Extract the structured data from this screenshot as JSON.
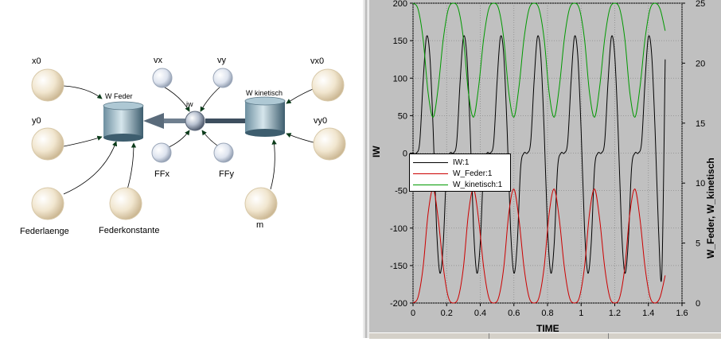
{
  "diagram": {
    "nodes": {
      "x0": "x0",
      "y0": "y0",
      "federlaenge": "Federlaenge",
      "federkonstante": "Federkonstante",
      "w_feder": "W Feder",
      "iw": "iw",
      "vx": "vx",
      "vy": "vy",
      "ffx": "FFx",
      "ffy": "FFy",
      "w_kinetisch": "W kinetisch",
      "vx0": "vx0",
      "vy0": "vy0",
      "m": "m"
    }
  },
  "chart_data": {
    "type": "line",
    "xlabel": "TIME",
    "ylabel_left": "IW",
    "ylabel_right": "W_Feder, W_kinetisch",
    "xlim": [
      0,
      1.6
    ],
    "ylim_left": [
      -200,
      200
    ],
    "ylim_right": [
      0,
      25
    ],
    "x_ticks": [
      "0",
      "0.2",
      "0.4",
      "0.6",
      "0.8",
      "1",
      "1.2",
      "1.4",
      "1.6"
    ],
    "y_ticks_left": [
      "200",
      "150",
      "100",
      "50",
      "0",
      "-50",
      "-100",
      "-150",
      "-200"
    ],
    "y_ticks_right": [
      "25",
      "20",
      "15",
      "10",
      "5",
      "0"
    ],
    "grid": true,
    "legend_position": "center-left",
    "series": [
      {
        "name": "IW:1",
        "color": "#000000",
        "axis": "left",
        "x": [
          0,
          0.02,
          0.04,
          0.06,
          0.08,
          0.1,
          0.12,
          0.14,
          0.16,
          0.18,
          0.2,
          0.22,
          0.24,
          0.26,
          0.28,
          0.3,
          0.32,
          0.34,
          0.36,
          0.38,
          0.4,
          0.42,
          0.44,
          0.46,
          0.48,
          0.5,
          0.52,
          0.54,
          0.56,
          0.58,
          0.6,
          0.62,
          0.64,
          0.66,
          0.68,
          0.7,
          0.72,
          0.74,
          0.76,
          0.78,
          0.8,
          0.82,
          0.84,
          0.86,
          0.88,
          0.9,
          0.92,
          0.94,
          0.96,
          0.98,
          1,
          1.02,
          1.04,
          1.06,
          1.08,
          1.1,
          1.12,
          1.14,
          1.16,
          1.18,
          1.2,
          1.22,
          1.24,
          1.26,
          1.28,
          1.3,
          1.32,
          1.34,
          1.36,
          1.38,
          1.4,
          1.42,
          1.44,
          1.46,
          1.48,
          1.5
        ],
        "y": [
          0,
          0,
          15,
          95,
          155,
          130,
          30,
          -100,
          -160,
          -120,
          -20,
          0,
          0,
          15,
          95,
          155,
          130,
          30,
          -100,
          -160,
          -120,
          -20,
          0,
          0,
          15,
          95,
          155,
          130,
          30,
          -100,
          -160,
          -120,
          -20,
          0,
          0,
          15,
          95,
          155,
          130,
          30,
          -100,
          -160,
          -120,
          -20,
          0,
          0,
          15,
          95,
          155,
          130,
          30,
          -100,
          -160,
          -120,
          -20,
          0,
          0,
          15,
          95,
          155,
          130,
          30,
          -100,
          -160,
          -120,
          -20,
          0,
          0,
          15,
          95,
          155,
          130,
          30,
          -100,
          -160,
          125
        ]
      },
      {
        "name": "W_Feder:1",
        "color": "#cc0000",
        "axis": "right",
        "x": [
          0,
          0.03,
          0.06,
          0.09,
          0.12,
          0.15,
          0.18,
          0.21,
          0.24,
          0.27,
          0.3,
          0.33,
          0.36,
          0.39,
          0.42,
          0.45,
          0.48,
          0.51,
          0.54,
          0.57,
          0.6,
          0.63,
          0.66,
          0.69,
          0.72,
          0.75,
          0.78,
          0.81,
          0.84,
          0.87,
          0.9,
          0.93,
          0.96,
          0.99,
          1.02,
          1.05,
          1.08,
          1.11,
          1.14,
          1.17,
          1.2,
          1.23,
          1.26,
          1.29,
          1.32,
          1.35,
          1.38,
          1.41,
          1.44,
          1.47,
          1.5
        ],
        "y": [
          0,
          0.5,
          3,
          7.5,
          9.5,
          7,
          3,
          0.5,
          0,
          0.5,
          3,
          7.5,
          9.5,
          7,
          3,
          0.5,
          0,
          0.5,
          3,
          7.5,
          9.5,
          7,
          3,
          0.5,
          0,
          0.5,
          3,
          7.5,
          9.5,
          7,
          3,
          0.5,
          0,
          0.5,
          3,
          7.5,
          9.5,
          7,
          3,
          0.5,
          0,
          0.5,
          3,
          7.5,
          9.5,
          7,
          3,
          0.5,
          0,
          0.5,
          2.3
        ]
      },
      {
        "name": "W_kinetisch:1",
        "color": "#009900",
        "axis": "right",
        "x": [
          0,
          0.03,
          0.06,
          0.09,
          0.12,
          0.15,
          0.18,
          0.21,
          0.24,
          0.27,
          0.3,
          0.33,
          0.36,
          0.39,
          0.42,
          0.45,
          0.48,
          0.51,
          0.54,
          0.57,
          0.6,
          0.63,
          0.66,
          0.69,
          0.72,
          0.75,
          0.78,
          0.81,
          0.84,
          0.87,
          0.9,
          0.93,
          0.96,
          0.99,
          1.02,
          1.05,
          1.08,
          1.11,
          1.14,
          1.17,
          1.2,
          1.23,
          1.26,
          1.29,
          1.32,
          1.35,
          1.38,
          1.41,
          1.44,
          1.47,
          1.5
        ],
        "y": [
          25,
          24.5,
          22,
          17.5,
          15.5,
          18,
          22,
          24.5,
          25,
          24.5,
          22,
          17.5,
          15.5,
          18,
          22,
          24.5,
          25,
          24.5,
          22,
          17.5,
          15.5,
          18,
          22,
          24.5,
          25,
          24.5,
          22,
          17.5,
          15.5,
          18,
          22,
          24.5,
          25,
          24.5,
          22,
          17.5,
          15.5,
          18,
          22,
          24.5,
          25,
          24.5,
          22,
          17.5,
          15.5,
          18,
          22,
          24.5,
          25,
          24.5,
          22.7
        ]
      }
    ]
  }
}
